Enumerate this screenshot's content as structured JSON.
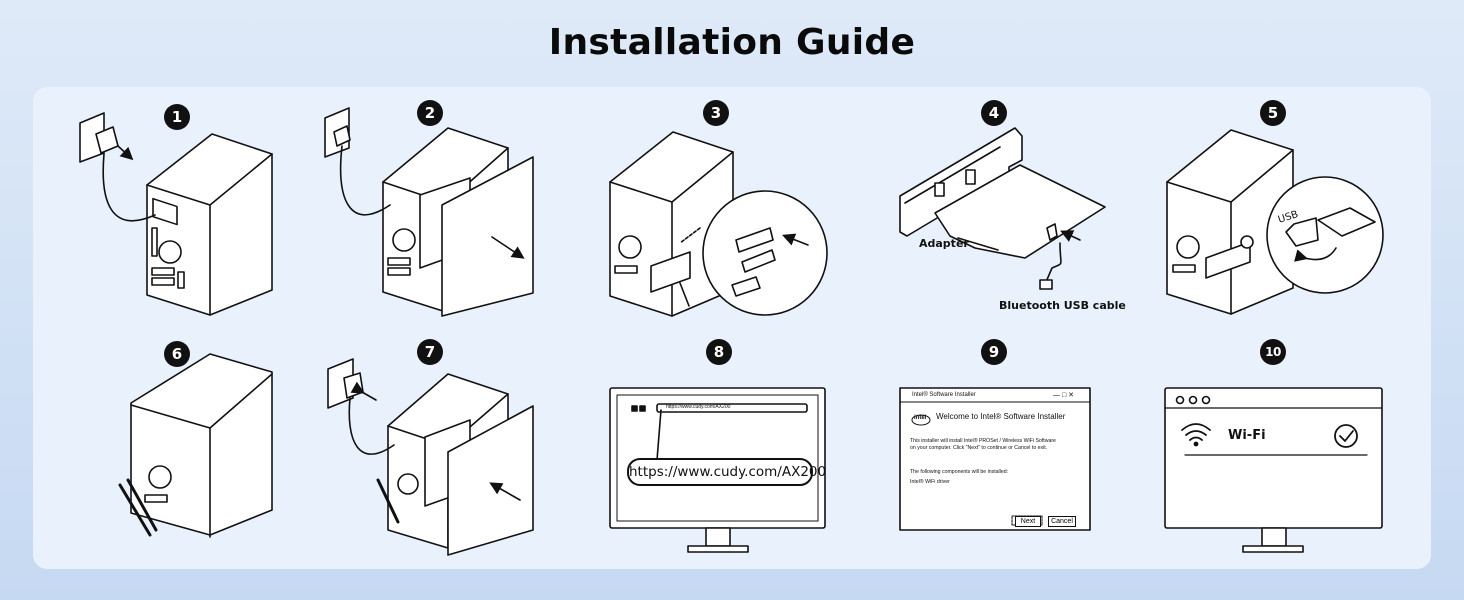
{
  "page": {
    "title": "Installation Guide"
  },
  "steps": [
    {
      "number": "1"
    },
    {
      "number": "2"
    },
    {
      "number": "3"
    },
    {
      "number": "4"
    },
    {
      "number": "5"
    },
    {
      "number": "6"
    },
    {
      "number": "7"
    },
    {
      "number": "8"
    },
    {
      "number": "9"
    },
    {
      "number": "10"
    }
  ],
  "step4": {
    "adapter_label": "Adapter",
    "cable_label": "Bluetooth USB cable"
  },
  "step5": {
    "usb_label": "USB"
  },
  "step8": {
    "url": "https://www.cudy.com/AX200",
    "address_bar": "https://www.cudy.com/AX200"
  },
  "step9": {
    "window_title": "Intel® Software Installer",
    "heading": "Welcome to Intel® Software Installer",
    "body_line1": "This installer will install Intel® PROSet / Wireless WiFi Software",
    "body_line2": "on your computer. Click \"Next\" to continue or Cancel to exit.",
    "components_text": "The following components will be installed:",
    "component_item": "Intel® WiFi driver",
    "logo_text": "intel",
    "next_button": "Next",
    "cancel_button": "Cancel"
  },
  "step10": {
    "network_label": "Wi-Fi"
  },
  "colors": {
    "background_top": "#dfeaf8",
    "panel": "#e9f1fc",
    "ink": "#111111"
  }
}
